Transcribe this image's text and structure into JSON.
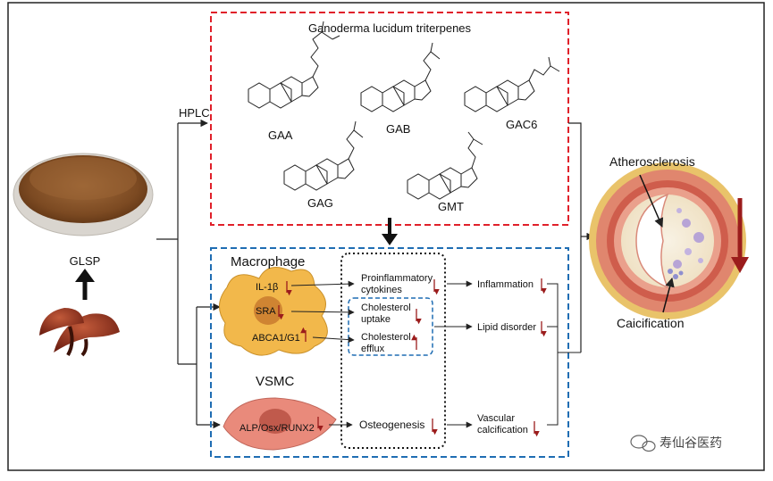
{
  "top_box": {
    "title": "Ganoderma lucidum triterpenes",
    "compounds": [
      "GAA",
      "GAB",
      "GAC6",
      "GAG",
      "GMT"
    ]
  },
  "left": {
    "hplc_label": "HPLC",
    "powder_label": "GLSP"
  },
  "macrophage": {
    "title": "Macrophage",
    "markers": [
      "IL-1β",
      "SRA",
      "ABCA1/G1"
    ]
  },
  "vsmc": {
    "title": "VSMC",
    "marker": "ALP/Osx/RUNX2"
  },
  "processes": {
    "proinflammatory_line1": "Proinflammatory",
    "proinflammatory_line2": "cytokines",
    "uptake_line1": "Cholesterol",
    "uptake_line2": "uptake",
    "efflux_line1": "Cholesterol",
    "efflux_line2": "efflux",
    "osteogenesis": "Osteogenesis"
  },
  "outcomes": {
    "inflammation": "Inflammation",
    "lipid_disorder": "Lipid disorder",
    "vascular_line1": "Vascular",
    "vascular_line2": "calcification"
  },
  "artery": {
    "atherosclerosis": "Atherosclerosis",
    "calcification": "Caicification"
  },
  "watermark": "寿仙谷医药",
  "colors": {
    "red_dashed": "#e0202a",
    "blue_dashed": "#1f6db3",
    "arrow_red": "#9b1c1c",
    "macrophage_fill": "#f2b84b",
    "vsmc_fill": "#e98a7b"
  }
}
